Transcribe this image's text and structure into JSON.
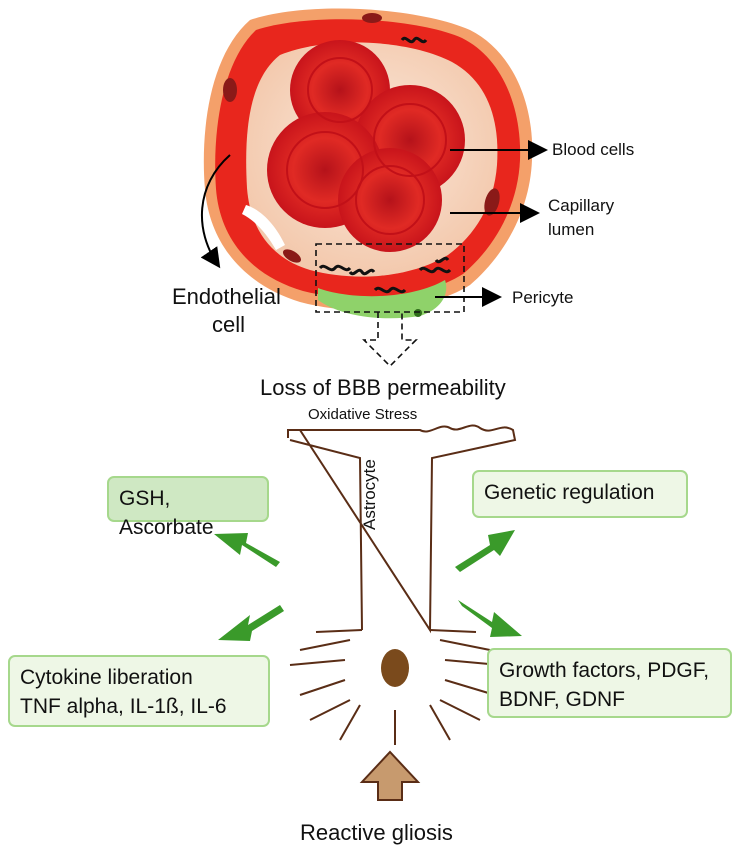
{
  "colors": {
    "vessel_outer": "#f4a06a",
    "vessel_red": "#e8261d",
    "lumen": "#f7dcc7",
    "blood_cell": "#d9191c",
    "pericyte": "#8fd26a",
    "arrow_green": "#3a9a2a",
    "nucleus": "#7a4a1c",
    "box_fill": "#eef7e6",
    "box_border": "#a6d88c"
  },
  "labels": {
    "blood_cells": "Blood cells",
    "capillary_lumen_1": "Capillary",
    "capillary_lumen_2": "lumen",
    "endothelial_1": "Endothelial",
    "endothelial_2": "cell",
    "pericyte": "Pericyte",
    "loss_bbb": "Loss of BBB permeability",
    "oxidative_stress": "Oxidative Stress",
    "astrocyte": "Astrocyte",
    "reactive_gliosis": "Reactive gliosis"
  },
  "boxes": {
    "gsh": "GSH, Ascorbate",
    "genetic": "Genetic regulation",
    "cytokine_1": "Cytokine liberation",
    "cytokine_2": "TNF alpha, IL-1ß, IL-6",
    "growth_1": "Growth factors, PDGF,",
    "growth_2": "BDNF, GDNF"
  },
  "icons": [
    "blood-cell-icon",
    "pericyte-icon",
    "astrocyte-icon",
    "tight-junction-icon"
  ]
}
